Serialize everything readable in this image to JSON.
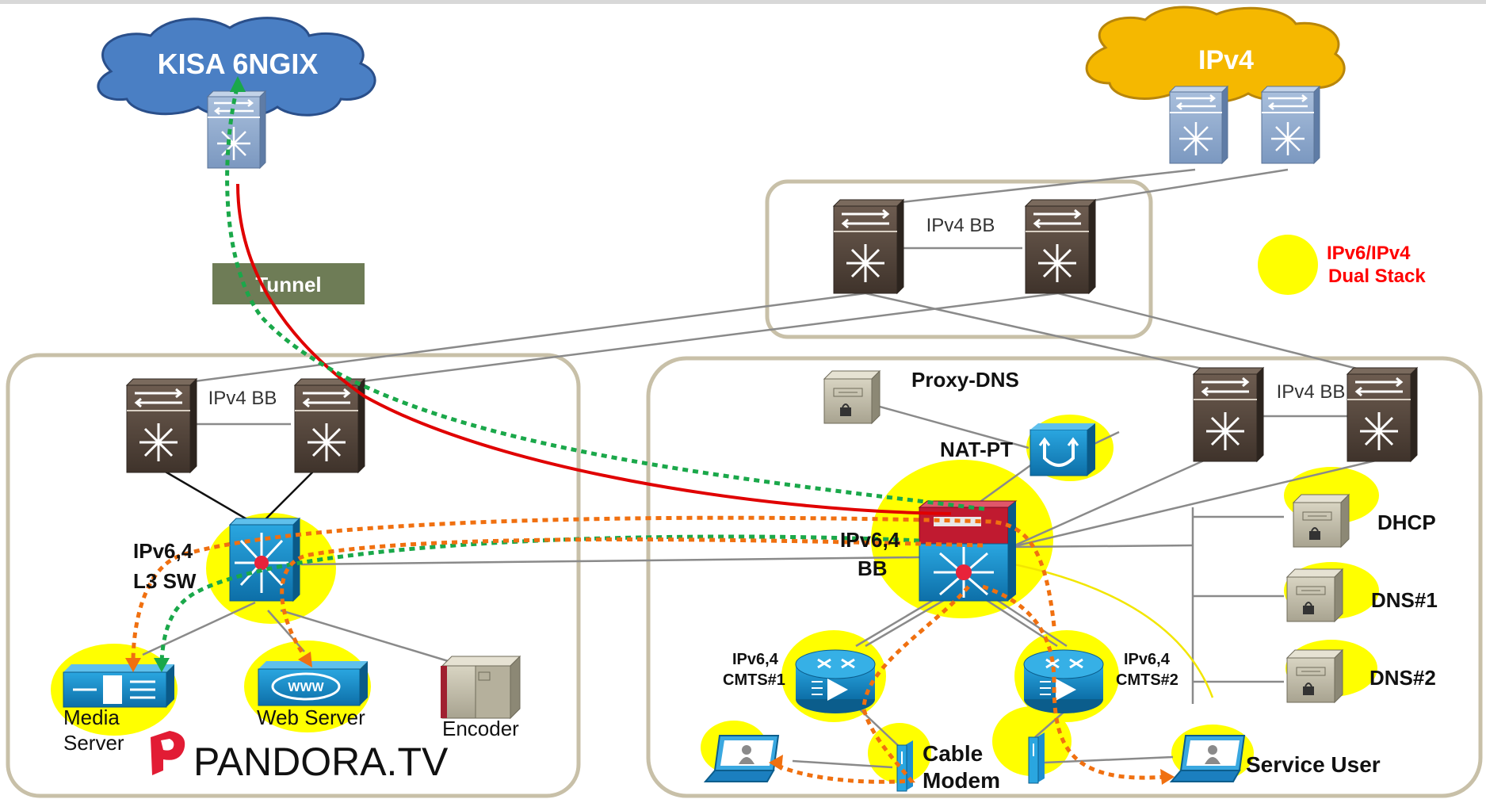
{
  "clouds": {
    "kisa": "KISA 6NGIX",
    "ipv4": "IPv4"
  },
  "tunnel_label": "Tunnel",
  "legend": {
    "line1": "IPv6/IPv4",
    "line2": "Dual Stack",
    "color": "#ffff00",
    "text_color": "#ff0000"
  },
  "top_bb_label": "IPv4 BB",
  "left_site": {
    "bb_label": "IPv4 BB",
    "l3_label_1": "IPv6,4",
    "l3_label_2": "L3 SW",
    "media_server_1": "Media",
    "media_server_2": "Server",
    "web_server": "Web Server",
    "encoder": "Encoder",
    "brand": "PANDORA.TV"
  },
  "right_site": {
    "bb_label": "IPv4 BB",
    "proxy_dns": "Proxy-DNS",
    "nat_pt": "NAT-PT",
    "ipv64_bb_1": "IPv6,4",
    "ipv64_bb_2": "BB",
    "dhcp": "DHCP",
    "dns1": "DNS#1",
    "dns2": "DNS#2",
    "cmts1_1": "IPv6,4",
    "cmts1_2": "CMTS#1",
    "cmts2_1": "IPv6,4",
    "cmts2_2": "CMTS#2",
    "cable_modem_1": "Cable",
    "cable_modem_2": "Modem",
    "service_user": "Service User"
  },
  "colors": {
    "tunnel_path": "#e00000",
    "green_flow": "#1aa84a",
    "orange_flow": "#f07010",
    "site_border": "#c8c0a8",
    "cloud_blue": "#4a7fc4",
    "cloud_yellow": "#f5b800",
    "switch_dark": "#5a4a40",
    "device_blue": "#1a8ac8"
  }
}
